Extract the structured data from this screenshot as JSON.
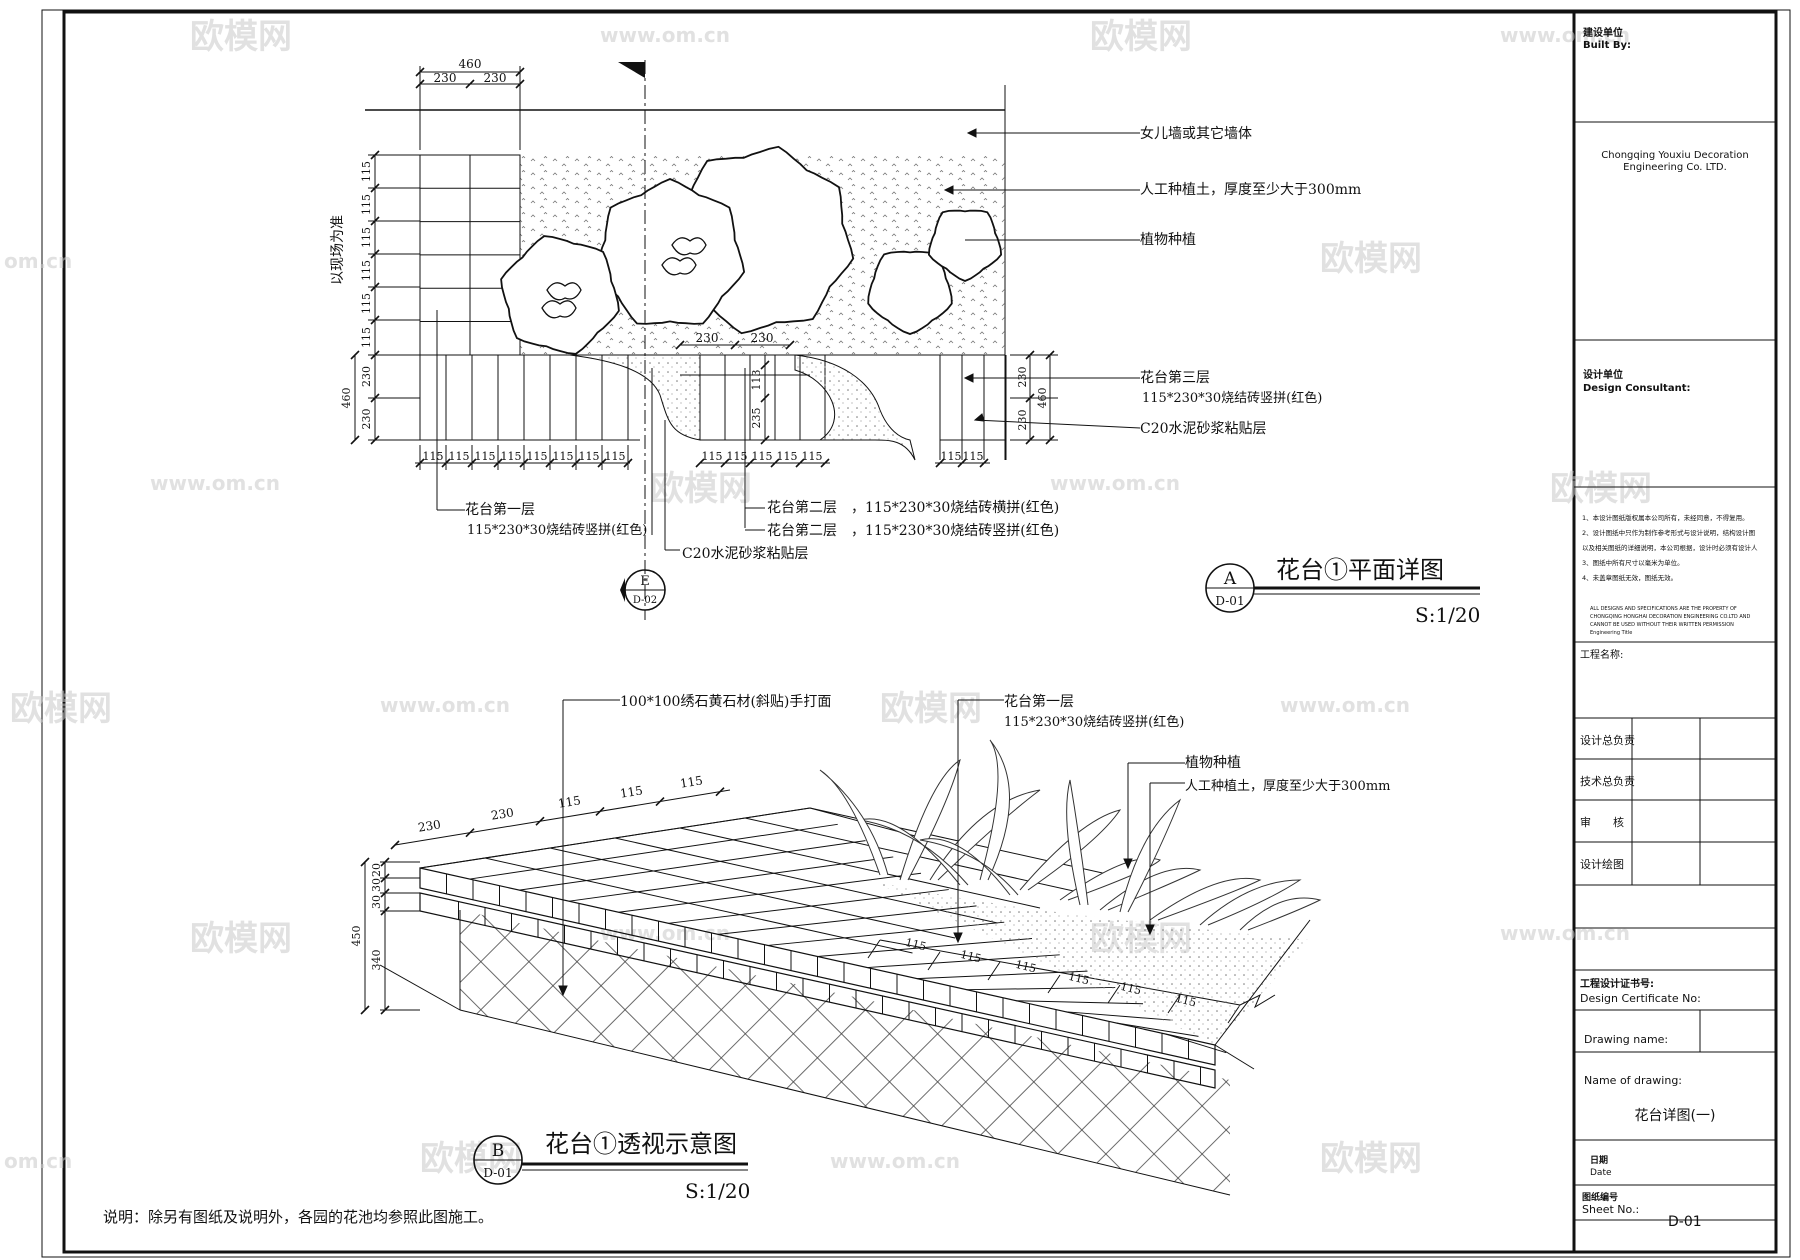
{
  "plan": {
    "title": "花台①平面详图",
    "scale": "S:1/20",
    "symbol_letter": "A",
    "symbol_sheet": "D-01",
    "section_letter": "E",
    "section_sheet": "D-02",
    "vertical_note": "以现场为准",
    "dims_top": [
      "460",
      "230",
      "230"
    ],
    "dims_left": [
      "115",
      "115",
      "115",
      "115",
      "115",
      "115",
      "230",
      "230",
      "460"
    ],
    "dims_bottom": [
      "115",
      "115",
      "115",
      "115",
      "115",
      "115",
      "115",
      "115"
    ],
    "dims_mid_bottom": [
      "115",
      "115",
      "115",
      "115",
      "115"
    ],
    "dims_right_bottom": [
      "115",
      "115"
    ],
    "dims_mid": [
      "230",
      "230",
      "113",
      "235"
    ],
    "dims_right": [
      "230",
      "230",
      "460"
    ],
    "labels": {
      "wall": "女儿墙或其它墙体",
      "soil": "人工种植土，厚度至少大于300mm",
      "plant": "植物种植",
      "layer3": "花台第三层",
      "layer3_spec": "115*230*30烧结砖竖拼(红色)",
      "mortar_right": "C20水泥砂浆粘贴层",
      "layer1": "花台第一层",
      "layer1_spec": "115*230*30烧结砖竖拼(红色)",
      "layer2a": "花台第二层　，115*230*30烧结砖横拼(红色)",
      "layer2b": "花台第二层　，115*230*30烧结砖竖拼(红色)",
      "mortar_bottom": "C20水泥砂浆粘贴层"
    }
  },
  "perspective": {
    "title": "花台①透视示意图",
    "scale": "S:1/20",
    "symbol_letter": "B",
    "symbol_sheet": "D-01",
    "dims_top": [
      "230",
      "230",
      "115",
      "115",
      "115"
    ],
    "dims_front": [
      "115",
      "115",
      "115",
      "115",
      "115",
      "115"
    ],
    "dims_left": [
      "20",
      "30",
      "30",
      "340",
      "450"
    ],
    "labels": {
      "stone": "100*100绣石黄石材(斜贴)手打面",
      "layer1": "花台第一层",
      "layer1_spec": "115*230*30烧结砖竖拼(红色)",
      "plant": "植物种植",
      "soil": "人工种植土，厚度至少大于300mm"
    }
  },
  "note": "说明：除另有图纸及说明外，各园的花池均参照此图施工。",
  "title_block": {
    "built_by_cn": "建设单位",
    "built_by_en": "Built By:",
    "company_line1": "Chongqing Youxiu Decoration",
    "company_line2": "Engineering Co. LTD.",
    "consultant_cn": "设计单位",
    "consultant_en": "Design Consultant:",
    "notes_cn": [
      "1、本设计图纸版权属本公司所有，未经同意，不得复用。",
      "2、设计图纸中只作为制作参考形式与设计说明，结构设计图",
      "   以及相关图纸的详细说明，本公司根据，设计时必须有设计人",
      "3、图纸中所有尺寸以毫米为单位。",
      "4、未盖章图纸无效，图纸无效。"
    ],
    "notes_en": [
      "ALL DESIGNS AND SPECIFICATIONS ARE THE PROPERTY OF",
      "CHONGQING HONGHAI DECORATION ENGINEERING CO.LTD AND",
      "CANNOT BE USED WITHOUT THEIR WRITTEN PERMISSION",
      "Engineering Title"
    ],
    "project_name": "工程名称:",
    "roles": [
      "设计总负责",
      "技术总负责",
      "审　　核",
      "设计绘图"
    ],
    "cert_cn": "工程设计证书号:",
    "cert_en": "Design Certificate No:",
    "drawing_name": "Drawing name:",
    "name_of_drawing": "Name of drawing:",
    "name_value": "花台详图(一)",
    "date_cn": "日期",
    "date_en": "Date",
    "sheet_cn": "图纸编号",
    "sheet_en": "Sheet No.:",
    "sheet_no": "D-01"
  },
  "watermarks": {
    "logo": "欧模网",
    "url": "www.om.cn",
    "url_short": "om.cn"
  }
}
